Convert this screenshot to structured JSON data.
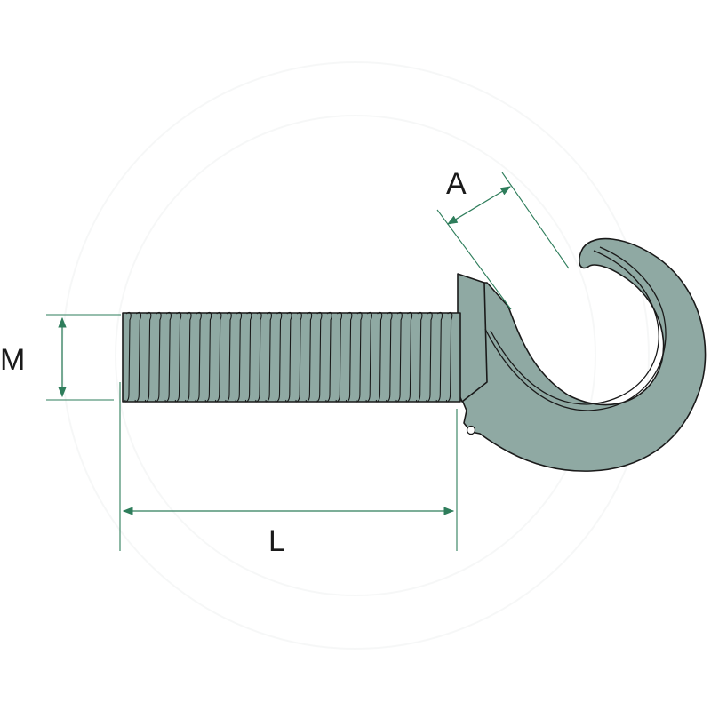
{
  "diagram": {
    "labels": {
      "m": "M",
      "l": "L",
      "a": "A"
    },
    "colors": {
      "part_fill": "#8fa9a3",
      "outline": "#1a1a1a",
      "dimension_lines": "#2e7d5b",
      "background": "#ffffff"
    }
  }
}
